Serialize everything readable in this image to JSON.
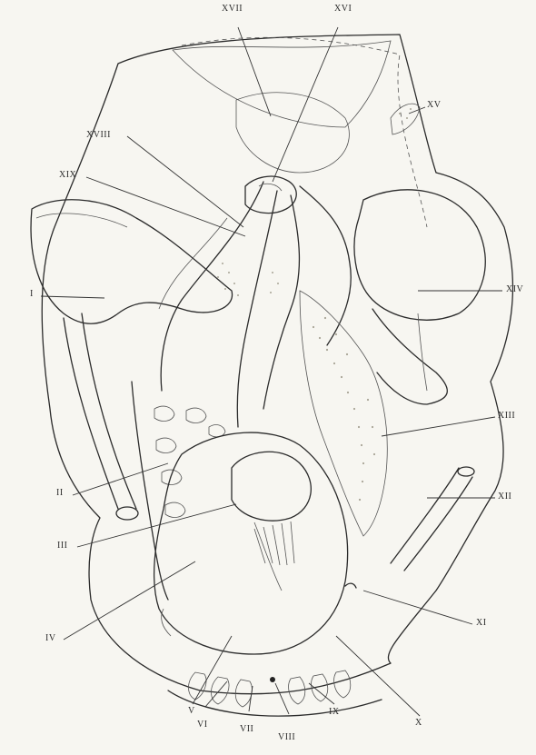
{
  "labels": {
    "xvii": "XVII",
    "xvi": "XVI",
    "xv": "XV",
    "xviii": "XVIII",
    "xix": "XIX",
    "i": "I",
    "xiv": "XIV",
    "xiii": "XIII",
    "ii": "II",
    "xii": "XII",
    "iii": "III",
    "xi": "XI",
    "iv": "IV",
    "x": "X",
    "v": "V",
    "vi": "VI",
    "vii": "VII",
    "viii": "VIII",
    "ix": "IX"
  }
}
